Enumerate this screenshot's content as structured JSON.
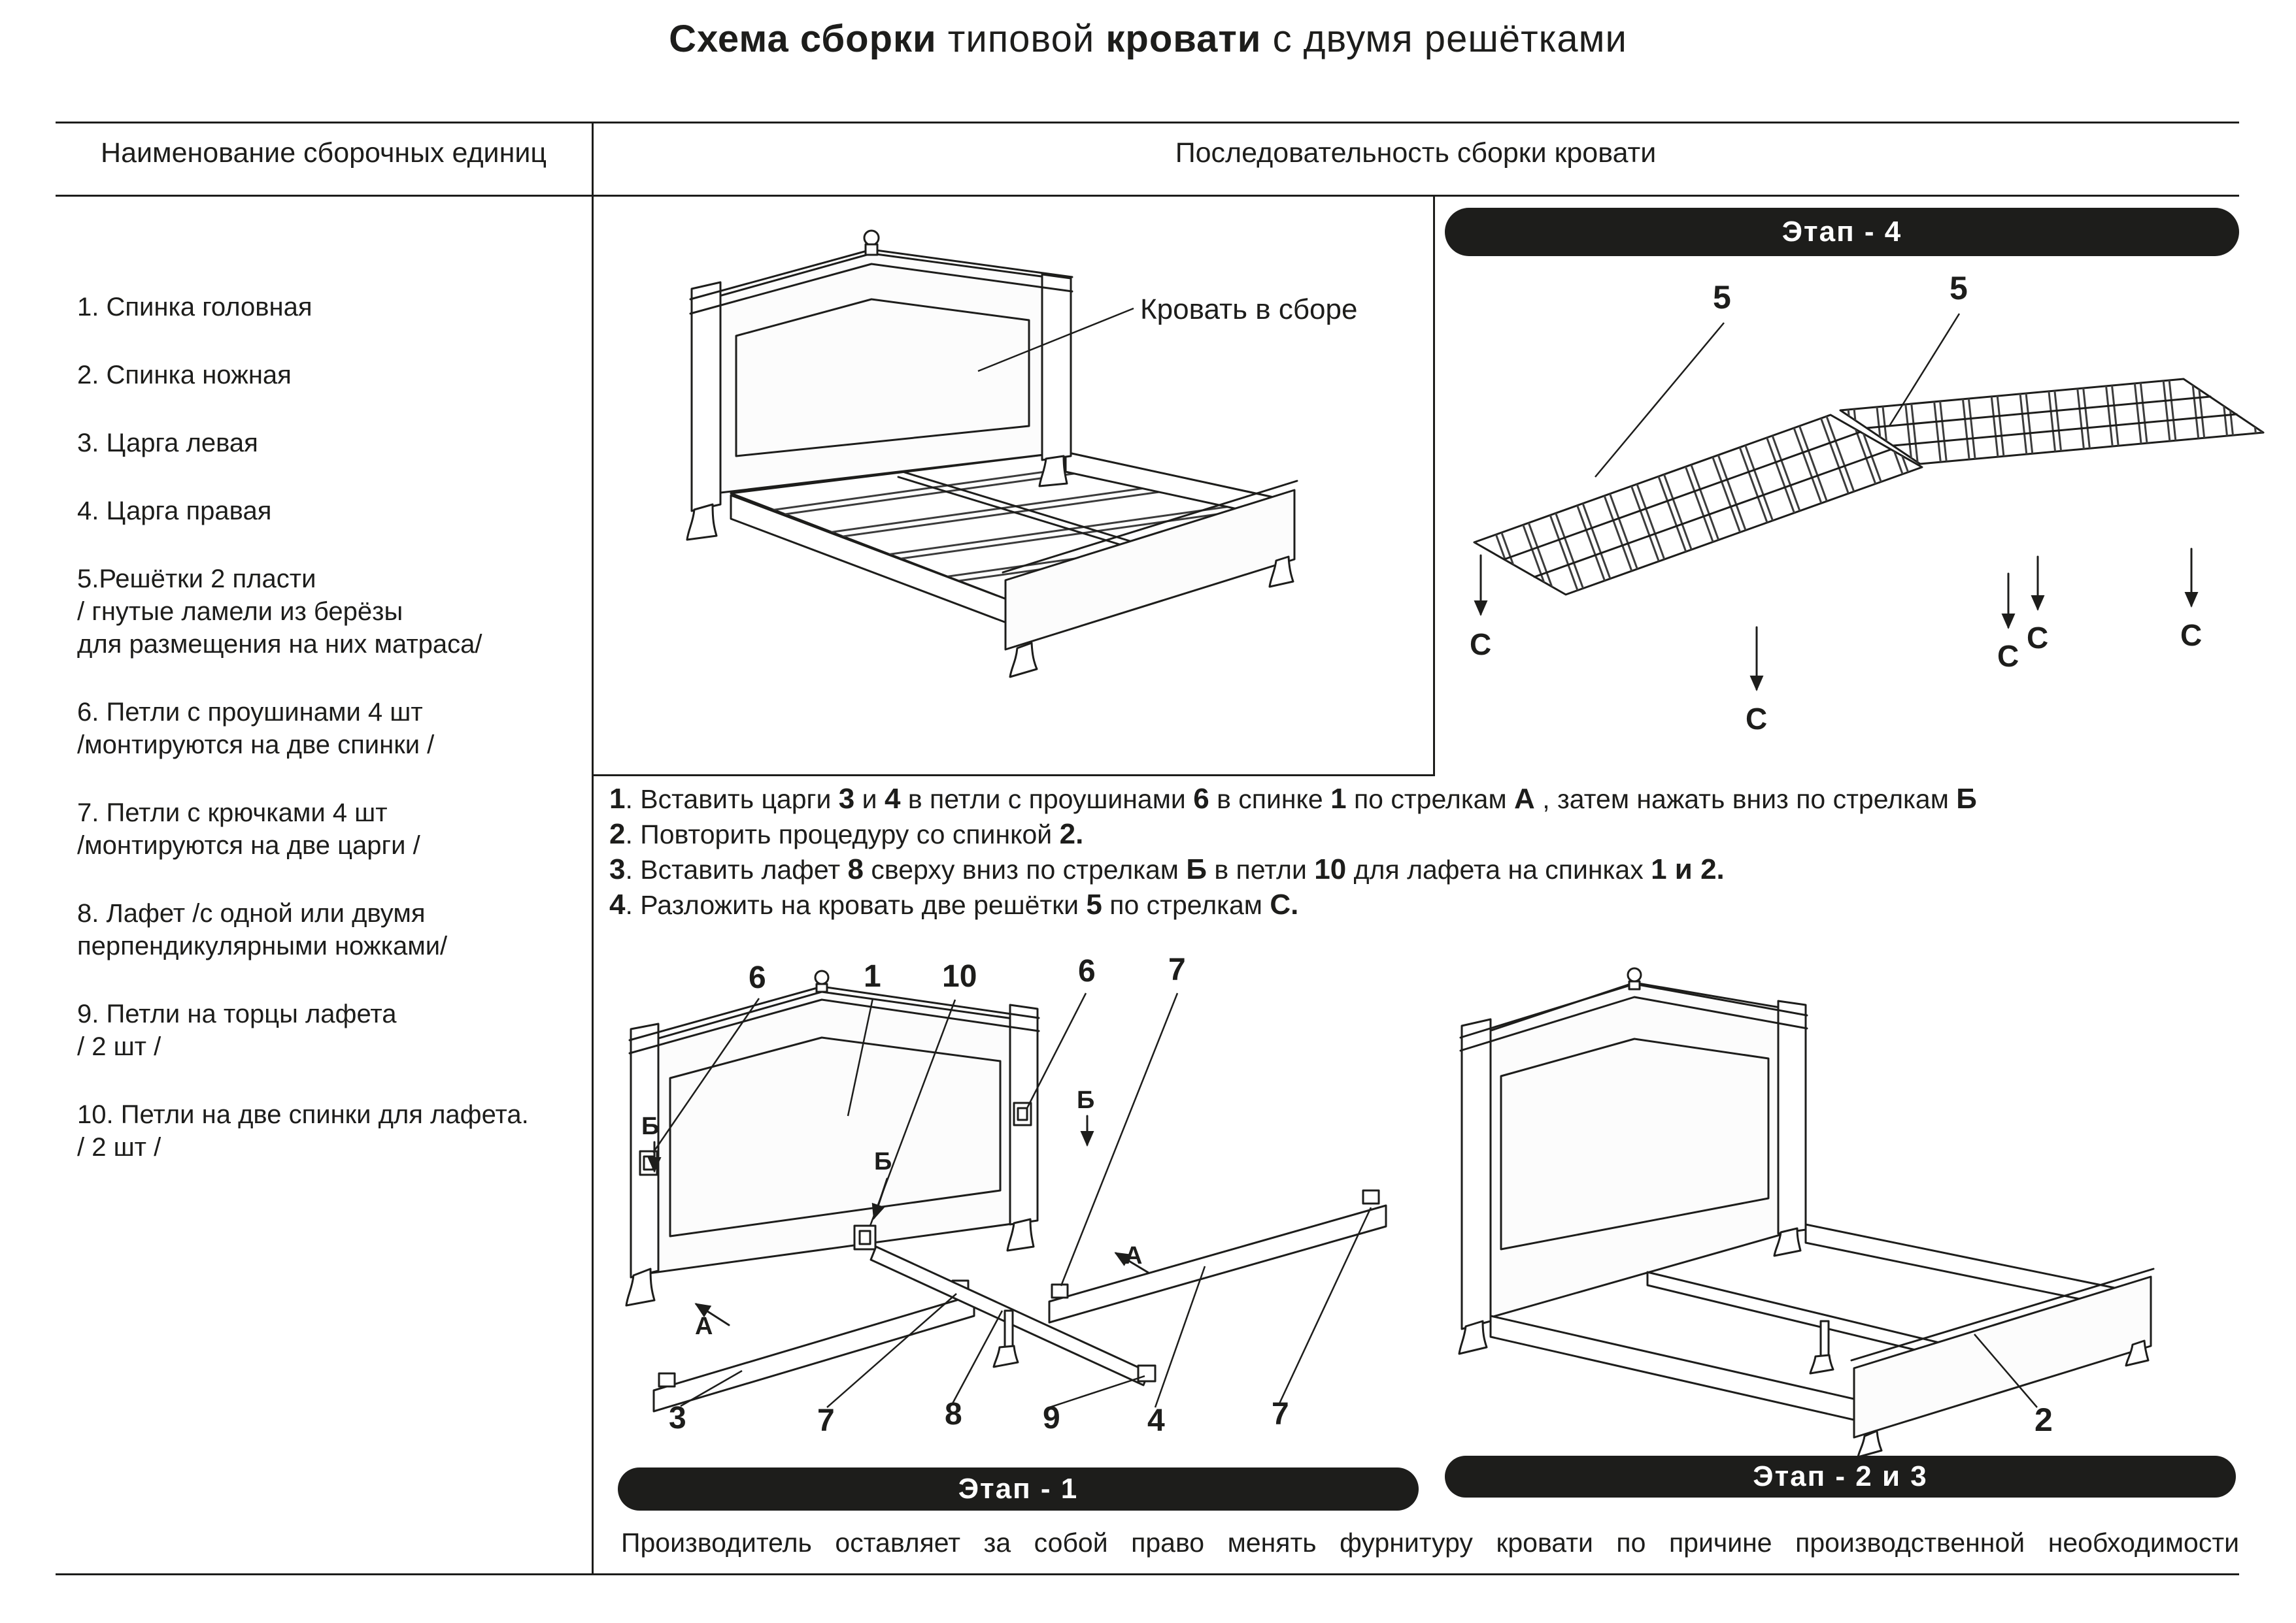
{
  "title": {
    "segments": [
      {
        "t": "Схема сборки",
        "b": true
      },
      {
        "t": " типовой ",
        "b": false
      },
      {
        "t": "кровати",
        "b": true
      },
      {
        "t": " с двумя решётками",
        "b": false
      }
    ]
  },
  "columns": {
    "left_header": "Наименование  сборочных единиц",
    "right_header": "Последовательность сборки кровати"
  },
  "parts_list": [
    "1.   Спинка головная",
    "2. Спинка ножная",
    "3. Царга левая",
    "4. Царга правая",
    "5.Решётки  2 пласти\n/ гнутые ламели из берёзы\nдля размещения на них матраса/",
    "6. Петли с проушинами 4 шт\n/монтируются на две спинки /",
    "7. Петли с крючками 4 шт\n/монтируются на две царги /",
    "8. Лафет /с одной или двумя\nперпендикулярными ножками/",
    "9. Петли на торцы лафета\n/ 2 шт /",
    "10. Петли на две спинки для лафета.\n/ 2 шт /"
  ],
  "assembled": {
    "label": "Кровать в сборе"
  },
  "stage4": {
    "banner": "Этап -  4",
    "part_labels": [
      "5",
      "5"
    ],
    "arrow_letters": [
      "С",
      "С",
      "С",
      "С",
      "С"
    ]
  },
  "instructions": {
    "line1": [
      {
        "t": "1",
        "b": true
      },
      {
        "t": ". Вставить царги ",
        "b": false
      },
      {
        "t": "3",
        "b": true
      },
      {
        "t": " и ",
        "b": false
      },
      {
        "t": "4",
        "b": true
      },
      {
        "t": " в петли с проушинами ",
        "b": false
      },
      {
        "t": "6",
        "b": true
      },
      {
        "t": " в спинке ",
        "b": false
      },
      {
        "t": "1",
        "b": true
      },
      {
        "t": " по стрелкам ",
        "b": false
      },
      {
        "t": "А",
        "b": true
      },
      {
        "t": " , затем нажать вниз по стрелкам ",
        "b": false
      },
      {
        "t": "Б",
        "b": true
      }
    ],
    "line2": [
      {
        "t": "2",
        "b": true
      },
      {
        "t": ". Повторить процедуру со спинкой ",
        "b": false
      },
      {
        "t": "2.",
        "b": true
      }
    ],
    "line3": [
      {
        "t": "3",
        "b": true
      },
      {
        "t": ". Вставить лафет ",
        "b": false
      },
      {
        "t": "8",
        "b": true
      },
      {
        "t": " сверху вниз по стрелкам ",
        "b": false
      },
      {
        "t": "Б",
        "b": true
      },
      {
        "t": " в петли ",
        "b": false
      },
      {
        "t": "10",
        "b": true
      },
      {
        "t": " для лафета на спинках ",
        "b": false
      },
      {
        "t": "1 и 2.",
        "b": true
      }
    ],
    "line4": [
      {
        "t": "4",
        "b": true
      },
      {
        "t": ". Разложить на кровать две решётки ",
        "b": false
      },
      {
        "t": "5",
        "b": true
      },
      {
        "t": "  по стрелкам ",
        "b": false
      },
      {
        "t": "С.",
        "b": true
      }
    ]
  },
  "stage1": {
    "banner": "Этап - 1",
    "top_labels": [
      "6",
      "1",
      "10",
      "6",
      "7"
    ],
    "bottom_labels": [
      "3",
      "7",
      "8",
      "9",
      "4",
      "7"
    ],
    "letters": {
      "b1": "Б",
      "b2": "Б",
      "b3": "Б",
      "a1": "А",
      "a2": "А"
    }
  },
  "stage23": {
    "banner": "Этап -  2 и 3",
    "part_label": "2"
  },
  "footer_note": "Производитель оставляет за собой право менять фурнитуру кровати по причине производственной необходимости"
}
